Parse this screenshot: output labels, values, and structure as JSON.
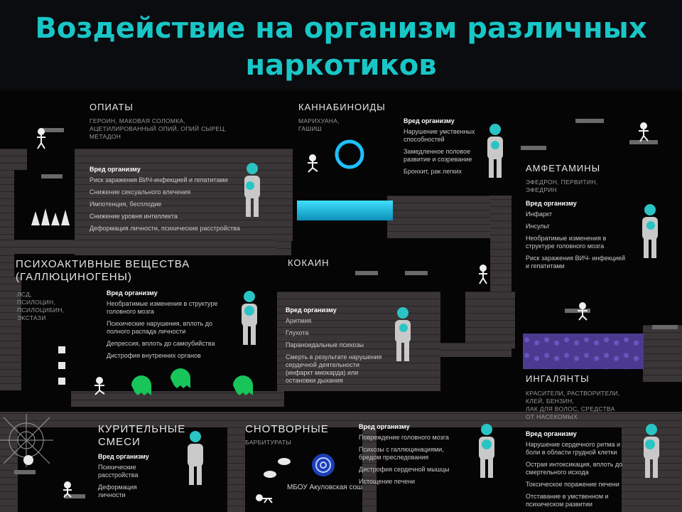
{
  "title": "Воздействие на организм различных наркотиков",
  "footer": "МБОУ Акуловская сош",
  "harm_heading": "Вред организму",
  "sections": {
    "opiates": {
      "name": "ОПИАТЫ",
      "sub": [
        "ГЕРОИН, МАКОВАЯ СОЛОМКА,",
        "АЦЕТИЛИРОВАННЫЙ ОПИЙ, ОПИЙ СЫРЕЦ,",
        "МЕТАДОН"
      ],
      "harm": [
        "Риск заражения ВИЧ-инфекцией и гепатитами",
        "Снижение сексуального влечения",
        "Импотенция, бесплодие",
        "Снижение уровня интеллекта",
        "Деформация личности, психические расстройства"
      ]
    },
    "cannabinoids": {
      "name": "КАННАБИНОИДЫ",
      "sub": [
        "МАРИХУАНА,",
        "ГАШИШ"
      ],
      "harm": [
        "Нарушение умственных способностей",
        "Замедленное половое развитие и созревание",
        "Бронхит, рак легких"
      ]
    },
    "amphetamines": {
      "name": "АМФЕТАМИНЫ",
      "sub": [
        "ЭФЕДРОН, ПЕРВИТИН,",
        "ЭФЕДРИН"
      ],
      "harm": [
        "Инфаркт",
        "Инсульт",
        "Необратимые изменения в структуре головного мозга",
        "Риск заражения ВИЧ- инфекцией и гепатитами"
      ]
    },
    "psychoactive": {
      "name1": "ПСИХОАКТИВНЫЕ ВЕЩЕСТВА",
      "name2": "(ГАЛЛЮЦИНОГЕНЫ)",
      "sub": [
        "ЛСД,",
        "ПСИЛОЦИН,",
        "ПСИЛОЦИБИН,",
        "ЭКСТАЗИ"
      ],
      "harm": [
        "Необратимые изменения в структуре головного мозга",
        "Психические нарушения, вплоть до полного распада личности",
        "Депрессия, вплоть до самоубийства",
        "Дистрофия внутренних органов"
      ]
    },
    "cocaine": {
      "name": "КОКАИН",
      "harm": [
        "Аритмия",
        "Глухота",
        "Параноидальные психозы",
        "Смерть в результате нарушения сердечной деятельности (инфаркт миокарда) или остановки дыхания"
      ]
    },
    "inhalants": {
      "name": "ИНГАЛЯНТЫ",
      "sub": [
        "КРАСИТЕЛИ, РАСТВОРИТЕЛИ,",
        "КЛЕЙ, БЕНЗИН,",
        "ЛАК ДЛЯ ВОЛОС, СРЕДСТВА",
        "ОТ НАСЕКОМЫХ"
      ],
      "harm": [
        "Нарушение сердечного ритма и боли в области грудной клетки",
        "Острая интоксикация, вплоть до смертельного исхода",
        "Токсическое поражение печени",
        "Отставание в умственном и психическом развитии"
      ]
    },
    "smoking": {
      "name1": "КУРИТЕЛЬНЫЕ",
      "name2": "СМЕСИ",
      "harm": [
        "Психические расстройства",
        "Деформация личности"
      ]
    },
    "sleeping": {
      "name": "СНОТВОРНЫЕ",
      "sub": [
        "БАРБИТУРАТЫ"
      ],
      "harm": [
        "Повреждение головного мозга",
        "Психозы с галлюцинациями, бредом преследования",
        "Дистрофия сердечной мышцы",
        "Истощение печени"
      ]
    }
  },
  "colors": {
    "title": "#19c6c6",
    "accent": "#2bc4c4",
    "water": "#3fe0ff",
    "purple": "#4b3a8f"
  }
}
